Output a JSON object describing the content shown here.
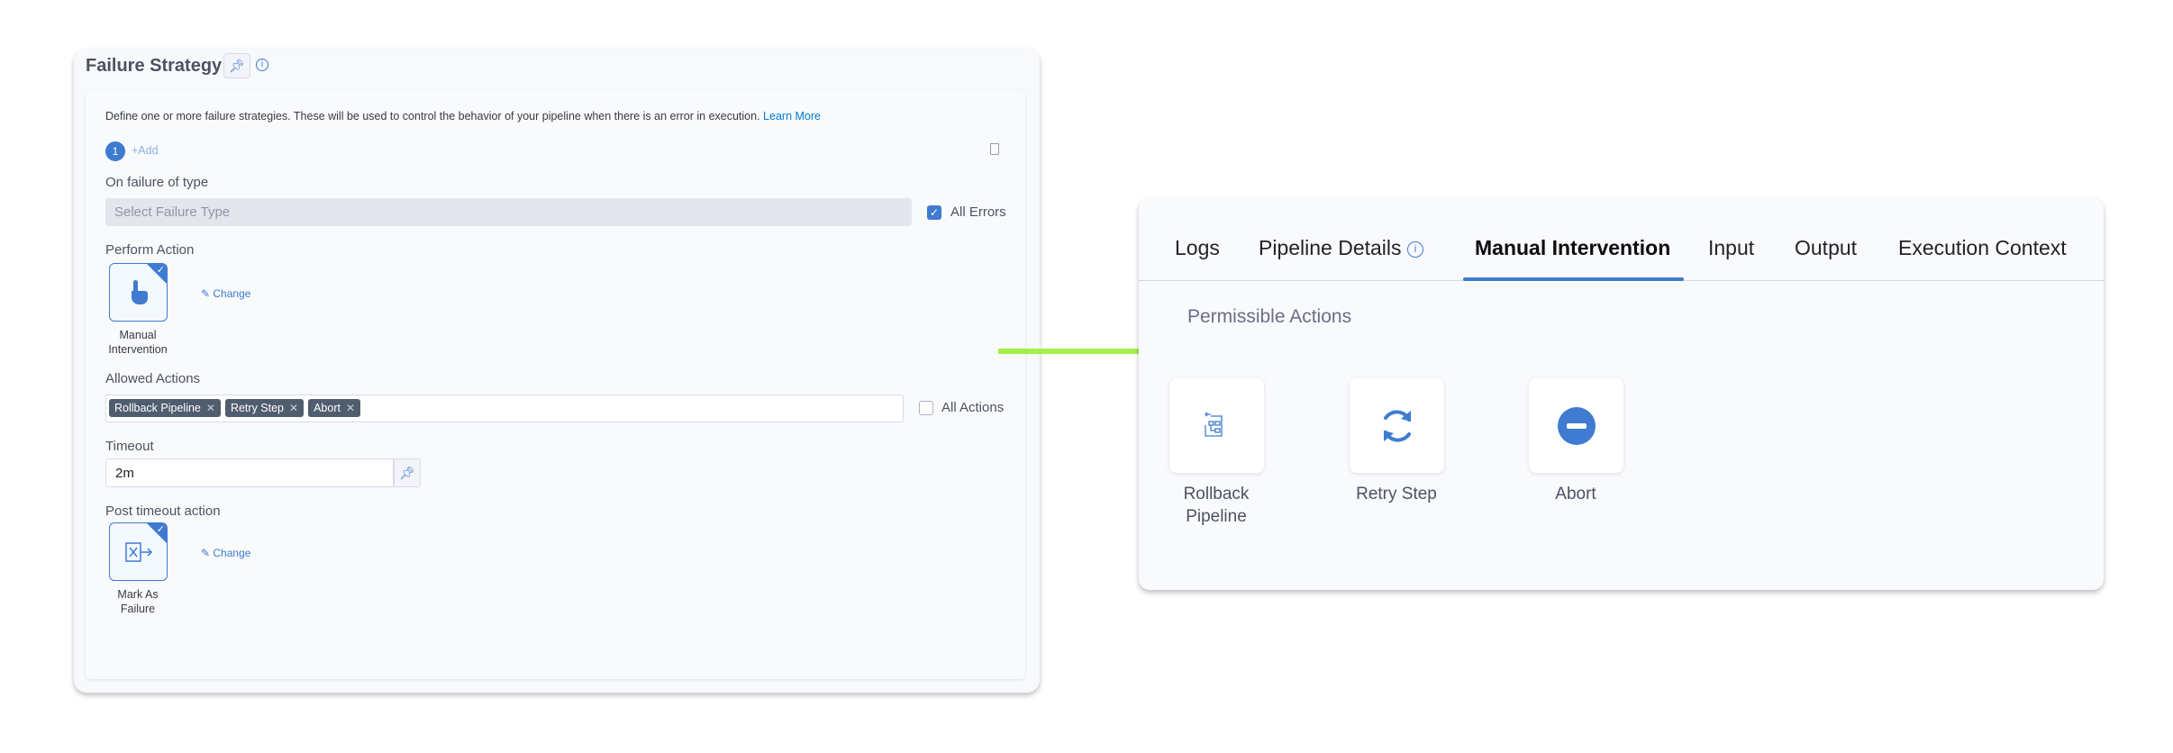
{
  "failure_strategy": {
    "title": "Failure Strategy",
    "description": "Define one or more failure strategies. These will be used to control the behavior of your pipeline when there is an error in execution.",
    "learn_more": "Learn More",
    "step_number": "1",
    "add_label": "+Add",
    "on_failure_label": "On failure of type",
    "failure_type_placeholder": "Select Failure Type",
    "all_errors_label": "All Errors",
    "all_errors_checked": true,
    "perform_action_label": "Perform Action",
    "perform_action_card": "Manual Intervention",
    "change_label": "Change",
    "allowed_actions_label": "Allowed Actions",
    "allowed_actions": [
      "Rollback Pipeline",
      "Retry Step",
      "Abort"
    ],
    "all_actions_label": "All Actions",
    "all_actions_checked": false,
    "timeout_label": "Timeout",
    "timeout_value": "2m",
    "post_timeout_label": "Post timeout action",
    "post_timeout_card": "Mark As Failure"
  },
  "execution_panel": {
    "tabs": [
      "Logs",
      "Pipeline Details",
      "Manual Intervention",
      "Input",
      "Output",
      "Execution Context"
    ],
    "active_tab": "Manual Intervention",
    "section_title": "Permissible Actions",
    "actions": [
      "Rollback Pipeline",
      "Retry Step",
      "Abort"
    ]
  },
  "colors": {
    "accent": "#3f7bd0",
    "arrow": "#a3f04a",
    "chip": "#4f5d6e"
  }
}
